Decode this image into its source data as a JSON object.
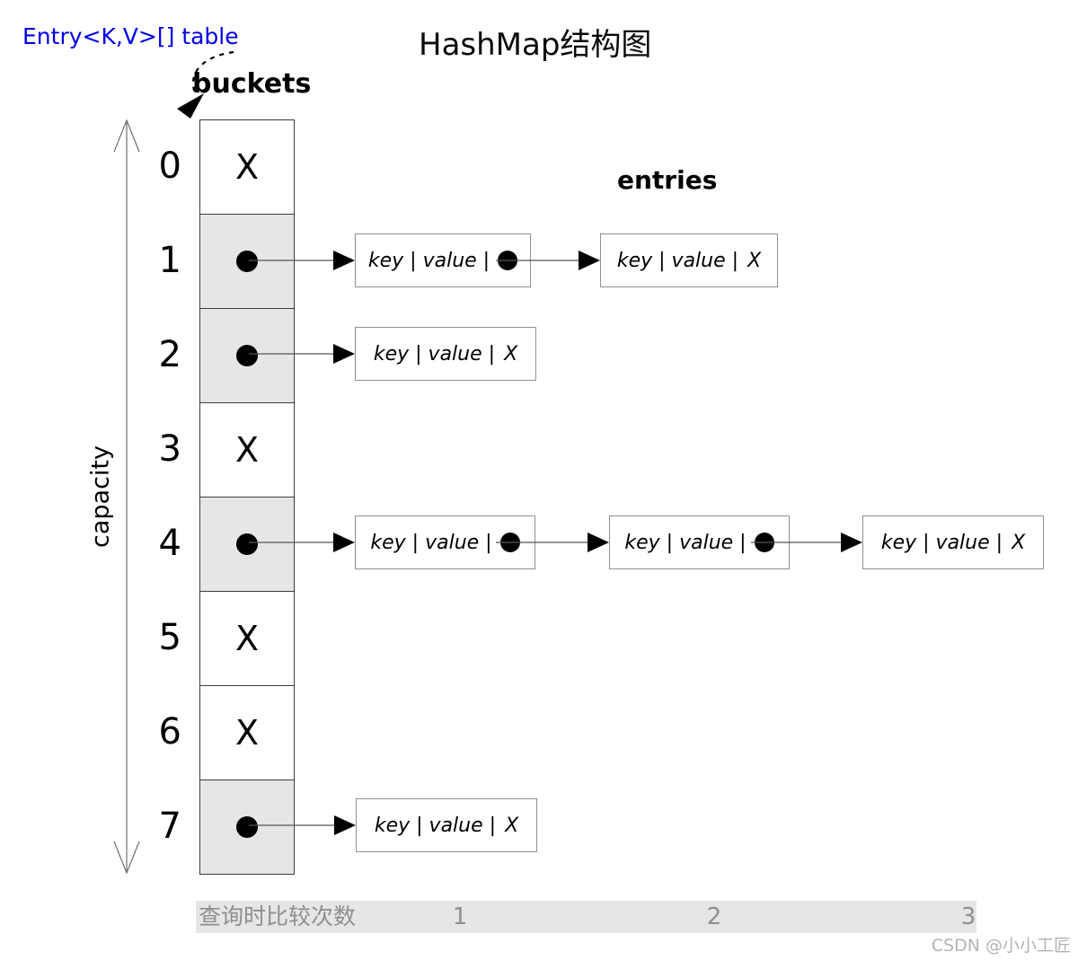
{
  "title": "HashMap结构图",
  "labels": {
    "table": "Entry<K,V>[] table",
    "buckets": "buckets",
    "entries": "entries",
    "capacity": "capacity"
  },
  "buckets": [
    {
      "index": "0",
      "slot": "X",
      "state": "empty"
    },
    {
      "index": "1",
      "slot": "",
      "state": "occupied"
    },
    {
      "index": "2",
      "slot": "",
      "state": "occupied"
    },
    {
      "index": "3",
      "slot": "X",
      "state": "empty"
    },
    {
      "index": "4",
      "slot": "",
      "state": "occupied"
    },
    {
      "index": "5",
      "slot": "X",
      "state": "empty"
    },
    {
      "index": "6",
      "slot": "X",
      "state": "empty"
    },
    {
      "index": "7",
      "slot": "",
      "state": "occupied"
    }
  ],
  "chains": [
    {
      "bucket": "1",
      "nodes": [
        {
          "fields": "key | value |",
          "terminator": "pointer"
        },
        {
          "fields": "key | value |",
          "terminator": "X"
        }
      ]
    },
    {
      "bucket": "2",
      "nodes": [
        {
          "fields": "key | value |",
          "terminator": "X"
        }
      ]
    },
    {
      "bucket": "4",
      "nodes": [
        {
          "fields": "key | value |",
          "terminator": "pointer"
        },
        {
          "fields": "key | value |",
          "terminator": "pointer"
        },
        {
          "fields": "key | value |",
          "terminator": "X"
        }
      ]
    },
    {
      "bucket": "7",
      "nodes": [
        {
          "fields": "key | value |",
          "terminator": "X"
        }
      ]
    }
  ],
  "footer": {
    "label": "查询时比较次数",
    "counts": [
      "1",
      "2",
      "3"
    ]
  },
  "watermark": "CSDN @小小工匠",
  "colors": {
    "accent_blue": "#0000e6",
    "occupied_cell_gray": "#e6e6e6",
    "footer_bar_gray": "#e6e6e6",
    "footer_text_gray": "#8f8f8f",
    "watermark_gray": "#b3b3b3",
    "line_gray": "#555555",
    "black": "#000000"
  }
}
